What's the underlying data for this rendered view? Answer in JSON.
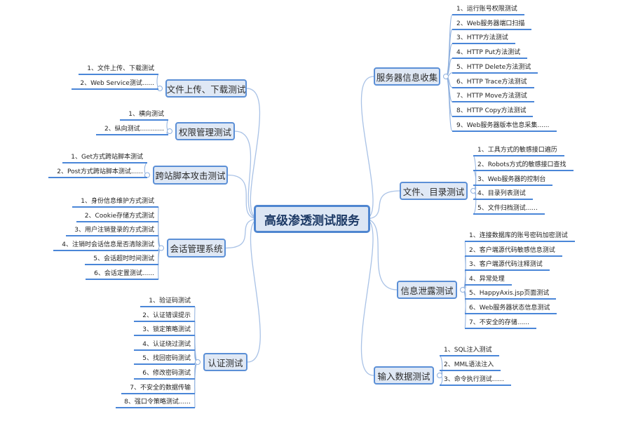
{
  "central": {
    "label": "高级渗透测试服务"
  },
  "colors": {
    "accent": "#4a86d8",
    "node_fill": "#dfe8f5",
    "link": "#a9c2e6"
  },
  "branches": [
    {
      "label": "服务器信息收集",
      "leaves": [
        "1、运行账号权限测试",
        "2、Web服务器端口扫描",
        "3、HTTP方法测试",
        "4、HTTP Put方法测试",
        "5、HTTP Delete方法测试",
        "6、HTTP Trace方法测试",
        "7、HTTP Move方法测试",
        "8、HTTP Copy方法测试",
        "9、Web服务器版本信息采集......"
      ]
    },
    {
      "label": "文件、目录测试",
      "leaves": [
        "1、工具方式的敏感接口遍历",
        "2、Robots方式的敏感接口查找",
        "3、Web服务器的控制台",
        "4、目录列表测试",
        "5、文件归档测试......"
      ]
    },
    {
      "label": "信息泄露测试",
      "leaves": [
        "1、连接数据库的账号密码加密测试",
        "2、客户端源代码敏感信息测试",
        "3、客户端源代码注释测试",
        "4、异常处理",
        "5、HappyAxis.jsp页面测试",
        "6、Web服务器状态信息测试",
        "7、不安全的存储......"
      ]
    },
    {
      "label": "输入数据测试",
      "leaves": [
        "1、SQL注入测试",
        "2、MML语法注入",
        "3、命令执行测试......"
      ]
    },
    {
      "label": "文件上传、下载测试",
      "leaves": [
        "1、文件上传、下载测试",
        "2、Web Service测试......"
      ]
    },
    {
      "label": "权限管理测试",
      "leaves": [
        "1、横向测试",
        "2、纵向测试............"
      ]
    },
    {
      "label": "跨站脚本攻击测试",
      "leaves": [
        "1、Get方式跨站脚本测试",
        "2、Post方式跨站脚本测试......"
      ]
    },
    {
      "label": "会话管理系统",
      "leaves": [
        "1、身份信息维护方式测试",
        "2、Cookie存储方式测试",
        "3、用户注销登录的方式测试",
        "4、注销时会话信息是否清除测试",
        "5、会话超时时间测试",
        "6、会话定置测试......"
      ]
    },
    {
      "label": "认证测试",
      "leaves": [
        "1、验证码测试",
        "2、认证错误提示",
        "3、锁定策略测试",
        "4、认证绕过测试",
        "5、找回密码测试",
        "6、修改密码测试",
        "7、不安全的数据传输",
        "8、强口令策略测试......"
      ]
    }
  ]
}
